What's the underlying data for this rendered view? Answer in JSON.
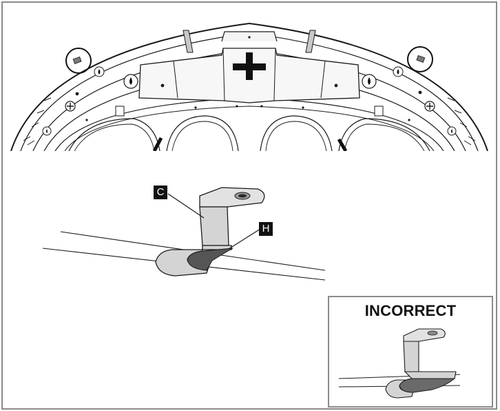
{
  "callouts": {
    "c": "C",
    "h": "H"
  },
  "inset": {
    "title": "INCORRECT"
  },
  "colors": {
    "frame_border": "#8a8a8a",
    "line": "#1a1a1a",
    "clip_fill": "#d4d4d4",
    "clip_dark": "#7a7a7a",
    "pad_dark": "#4a4a4a"
  }
}
